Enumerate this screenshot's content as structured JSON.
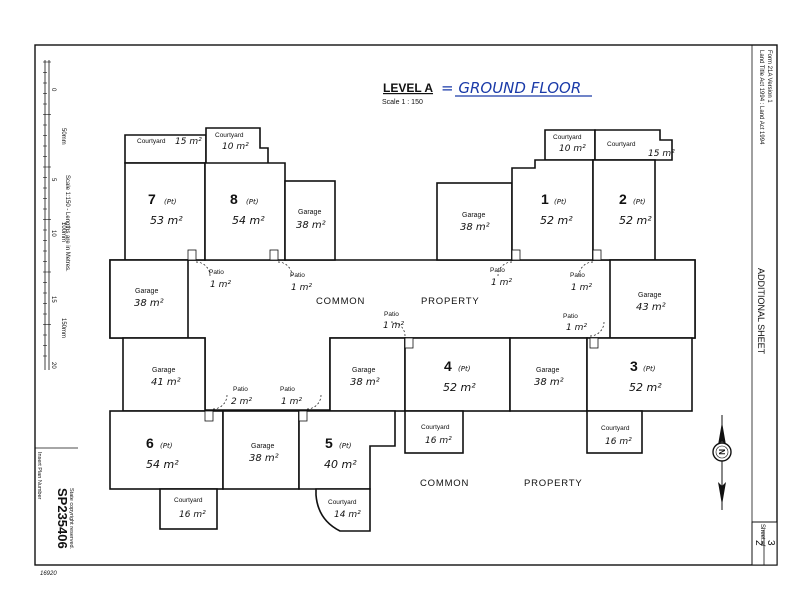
{
  "title": {
    "level": "LEVEL A",
    "handwritten": "= GROUND FLOOR",
    "scale": "Scale 1 : 150"
  },
  "right_margin": {
    "act": "Land Title Act 1994 : Land Act 1994",
    "form": "Form 21A Version 1",
    "additional": "ADDITIONAL SHEET"
  },
  "left_margin": {
    "scale_note": "Scale 1:150 - Lengths are in Metres.",
    "ticks": [
      "0",
      "5",
      "10",
      "15",
      "20"
    ],
    "metres": [
      "50mm",
      "100mm",
      "150mm"
    ],
    "plan_label": "Insert Plan Number",
    "plan_number": "SP235406",
    "copyright": "State copyright reserved.",
    "ref": "16920"
  },
  "sheet": {
    "label": "Sheet of",
    "number": "2",
    "total": "3"
  },
  "rooms": {
    "lot7": {
      "num": "7",
      "pt": "(Pt)",
      "area": "53 m²"
    },
    "lot8": {
      "num": "8",
      "pt": "(Pt)",
      "area": "54 m²"
    },
    "lot1": {
      "num": "1",
      "pt": "(Pt)",
      "area": "52 m²"
    },
    "lot2": {
      "num": "2",
      "pt": "(Pt)",
      "area": "52 m²"
    },
    "lot4": {
      "num": "4",
      "pt": "(Pt)",
      "area": "52 m²"
    },
    "lot3": {
      "num": "3",
      "pt": "(Pt)",
      "area": "52 m²"
    },
    "lot6": {
      "num": "6",
      "pt": "(Pt)",
      "area": "54 m²"
    },
    "lot5": {
      "num": "5",
      "pt": "(Pt)",
      "area": "40 m²"
    },
    "garage_8": {
      "label": "Garage",
      "area": "38 m²"
    },
    "garage_1": {
      "label": "Garage",
      "area": "38 m²"
    },
    "garage_7": {
      "label": "Garage",
      "area": "38 m²"
    },
    "garage_2": {
      "label": "Garage",
      "area": "43 m²"
    },
    "garage_6": {
      "label": "Garage",
      "area": "41 m²"
    },
    "garage_c": {
      "label": "Garage",
      "area": "38 m²"
    },
    "garage_4": {
      "label": "Garage",
      "area": "38 m²"
    },
    "garage_5": {
      "label": "Garage",
      "area": "38 m²"
    },
    "cy_7": {
      "label": "Courtyard",
      "area": "15 m²"
    },
    "cy_8": {
      "label": "Courtyard",
      "area": "10 m²"
    },
    "cy_1": {
      "label": "Courtyard",
      "area": "10 m²"
    },
    "cy_2": {
      "label": "Courtyard",
      "area": "15 m²"
    },
    "cy_4": {
      "label": "Courtyard",
      "area": "16 m²"
    },
    "cy_3": {
      "label": "Courtyard",
      "area": "16 m²"
    },
    "cy_6": {
      "label": "Courtyard",
      "area": "16 m²"
    },
    "cy_5": {
      "label": "Courtyard",
      "area": "14 m²"
    }
  },
  "patios": [
    {
      "label": "Patio",
      "area": "1 m²"
    },
    {
      "label": "Patio",
      "area": "1 m²"
    },
    {
      "label": "Patio",
      "area": "1 m²"
    },
    {
      "label": "Patio",
      "area": "1 m²"
    },
    {
      "label": "Patio",
      "area": "1 m²"
    },
    {
      "label": "Patio",
      "area": "1 m²"
    },
    {
      "label": "Patio",
      "area": "2 m²"
    },
    {
      "label": "Patio",
      "area": "1 m²"
    }
  ],
  "common": {
    "a": "COMMON",
    "b": "PROPERTY",
    "c": "COMMON",
    "d": "PROPERTY"
  },
  "north": "N"
}
